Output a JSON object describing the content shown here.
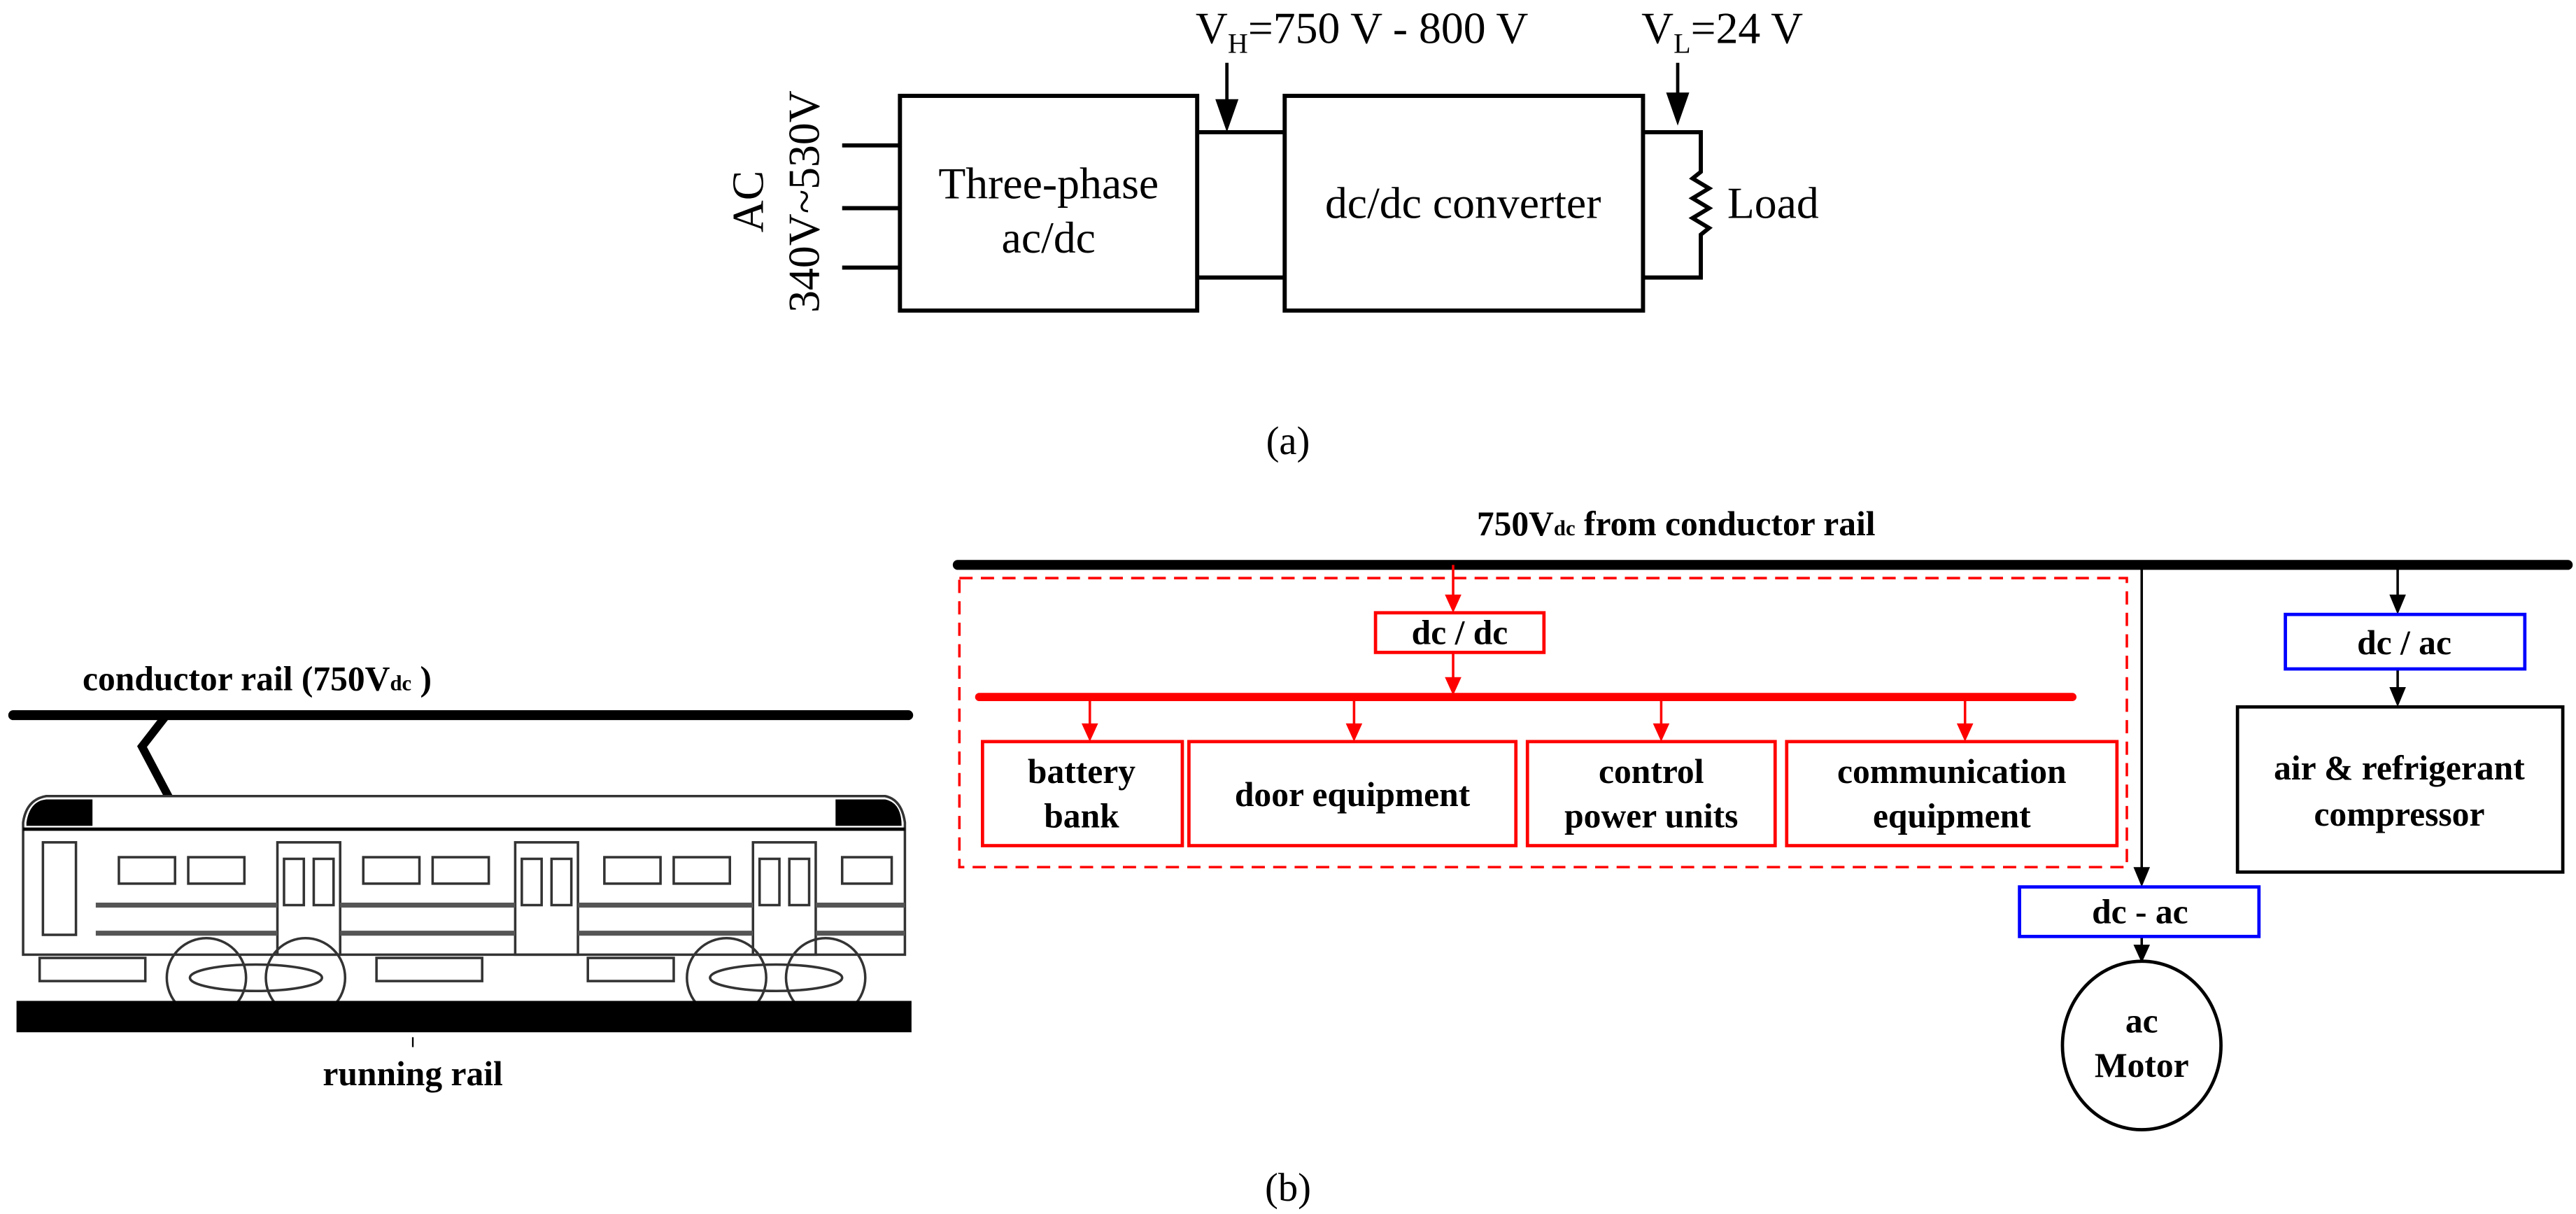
{
  "panel_a": {
    "caption": "(a)",
    "input_label_line1": "AC",
    "input_label_line2": "340V~530V",
    "block1_line1": "Three-phase",
    "block1_line2": "ac/dc",
    "block2": "dc/dc converter",
    "load": "Load",
    "vh": {
      "main": "V",
      "sub": "H",
      "rest": "=750 V - 800 V"
    },
    "vl": {
      "main": "V",
      "sub": "L",
      "rest": "=24 V"
    }
  },
  "panel_b": {
    "caption": "(b)",
    "train": {
      "conductor_rail": {
        "main": "conductor rail (750V",
        "sub": "dc",
        "rest": " )"
      },
      "running_rail": "running rail"
    },
    "bus_label": {
      "main": "750V",
      "sub": "dc",
      "rest": " from conductor rail"
    },
    "dcdc": "dc / dc",
    "loads": [
      {
        "line1": "battery",
        "line2": "bank"
      },
      {
        "line1": "door equipment",
        "line2": ""
      },
      {
        "line1": "control",
        "line2": "power units"
      },
      {
        "line1": "communication",
        "line2": "equipment"
      }
    ],
    "dcac_aux": "dc / ac",
    "compressor": {
      "line1": "air & refrigerant",
      "line2": "compressor"
    },
    "dcac_motor": "dc - ac",
    "motor": {
      "line1": "ac",
      "line2": "Motor"
    }
  },
  "colors": {
    "red": "#ff0000",
    "blue": "#0000ff",
    "black": "#000000"
  }
}
